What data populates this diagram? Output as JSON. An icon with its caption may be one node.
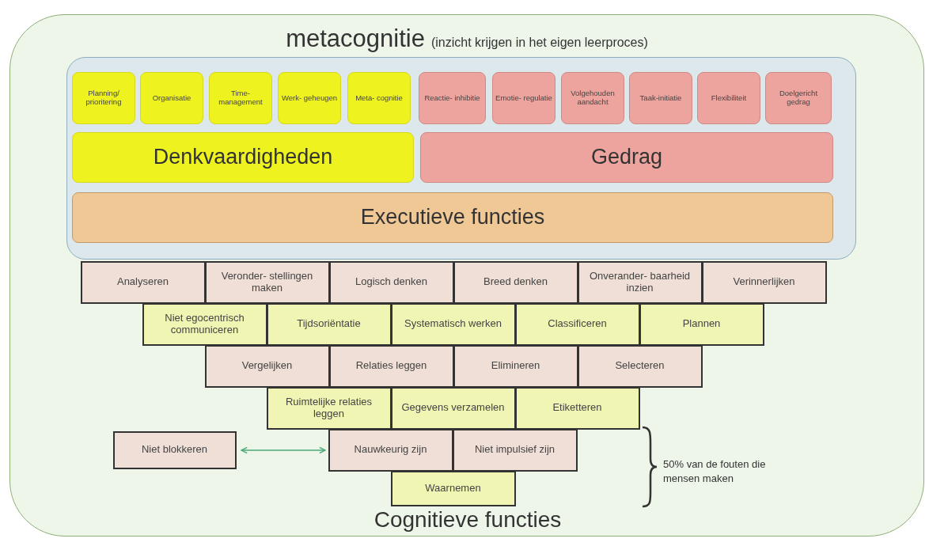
{
  "diagram": {
    "nodes": [
      {
        "text": [
          "metacognitie",
          "(inzicht krijgen in het eigen leerproces)",
          "Cognitieve functies"
        ]
      },
      {
        "text": [],
        "shape": "box",
        "in": 0
      },
      {
        "text": [
          "Planning/ prioritering"
        ],
        "in": 1
      },
      {
        "text": [
          "Organisatie"
        ],
        "in": 1
      },
      {
        "text": [
          "Time- management"
        ],
        "in": 1
      },
      {
        "text": [
          "Werk- geheugen"
        ],
        "in": 1
      },
      {
        "text": [
          "Meta- cognitie"
        ],
        "in": 1
      },
      {
        "text": [
          "Reactie- inhibitie"
        ],
        "in": 1
      },
      {
        "text": [
          "Emotie- regulatie"
        ],
        "in": 1
      },
      {
        "text": [
          "Volgehouden aandacht"
        ],
        "in": 1
      },
      {
        "text": [
          "Taak-initiatie"
        ],
        "in": 1
      },
      {
        "text": [
          "Flexibiliteit"
        ],
        "in": 1
      },
      {
        "text": [
          "Doelgericht gedrag"
        ],
        "in": 1
      },
      {
        "text": [
          "Denkvaardigheden"
        ],
        "in": 1
      },
      {
        "text": [
          "Gedrag"
        ],
        "in": 1
      },
      {
        "text": [
          "Executieve functies"
        ],
        "in": 1
      },
      {
        "text": [
          "Analyseren"
        ],
        "in": 0
      },
      {
        "text": [
          "Veronder- stellingen maken"
        ],
        "in": 0
      },
      {
        "text": [
          "Logisch denken"
        ],
        "in": 0
      },
      {
        "text": [
          "Breed denken"
        ],
        "in": 0
      },
      {
        "text": [
          "Onverander- baarheid inzien"
        ],
        "in": 0
      },
      {
        "text": [
          "Verinnerlijken"
        ],
        "in": 0
      },
      {
        "text": [
          "Niet egocentrisch communiceren"
        ],
        "in": 0
      },
      {
        "text": [
          "Tijdsoriëntatie"
        ],
        "in": 0
      },
      {
        "text": [
          "Systematisch werken"
        ],
        "in": 0
      },
      {
        "text": [
          "Classificeren"
        ],
        "in": 0
      },
      {
        "text": [
          "Plannen"
        ],
        "in": 0
      },
      {
        "text": [
          "Vergelijken"
        ],
        "in": 0
      },
      {
        "text": [
          "Relaties leggen"
        ],
        "in": 0
      },
      {
        "text": [
          "Elimineren"
        ],
        "in": 0
      },
      {
        "text": [
          "Selecteren"
        ],
        "in": 0
      },
      {
        "text": [
          "Ruimtelijke relaties leggen"
        ],
        "in": 0
      },
      {
        "text": [
          "Gegevens verzamelen"
        ],
        "in": 0
      },
      {
        "text": [
          "Etiketteren"
        ],
        "in": 0
      },
      {
        "text": [
          "Niet blokkeren"
        ],
        "in": 0
      },
      {
        "text": [
          "Nauwkeurig zijn"
        ],
        "in": 0
      },
      {
        "text": [
          "Niet impulsief zijn"
        ],
        "in": 0
      },
      {
        "text": [
          "Waarnemen"
        ],
        "in": 0
      }
    ],
    "edges": [
      {
        "from": 34,
        "to": 35,
        "arrow": "both"
      }
    ],
    "labels": [
      "50% van de fouten die mensen maken"
    ]
  }
}
